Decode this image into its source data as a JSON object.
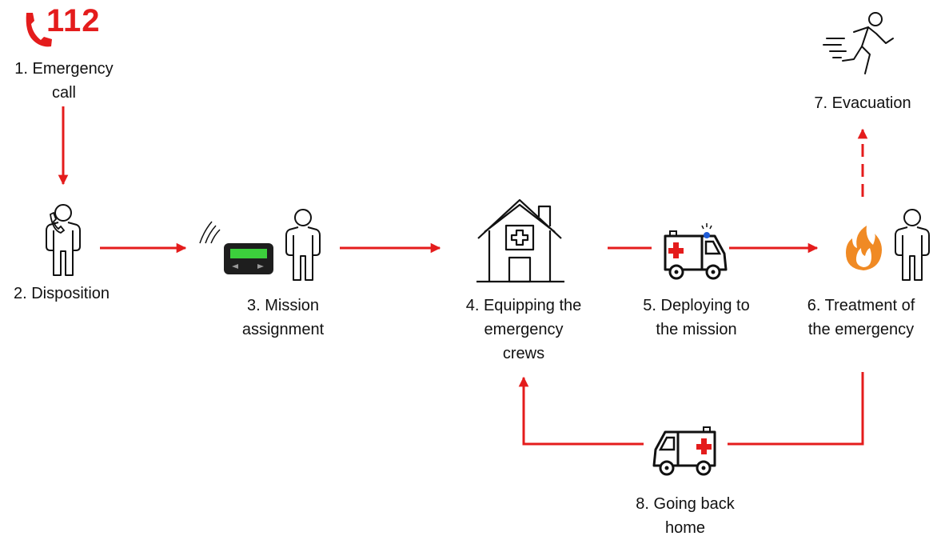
{
  "header": {
    "emergency_number": "112"
  },
  "steps": [
    {
      "label": "1. Emergency\ncall"
    },
    {
      "label": "2. Disposition"
    },
    {
      "label": "3.  Mission\nassignment"
    },
    {
      "label": "4. Equipping the\nemergency\ncrews"
    },
    {
      "label": "5. Deploying to\nthe mission"
    },
    {
      "label": "6. Treatment of\nthe emergency"
    },
    {
      "label": "7. Evacuation"
    },
    {
      "label": "8. Going back\nhome"
    }
  ],
  "icons": {
    "phone": "phone-icon",
    "person": "person-icon",
    "pager": "pager-icon",
    "station": "medical-station-icon",
    "ambulance": "ambulance-icon",
    "fire": "fire-icon",
    "runner": "running-person-icon"
  },
  "colors": {
    "arrow": "#e41c1c",
    "fire": "#f08a24",
    "pager_screen": "#3ccf3c",
    "siren": "#1e5bd6",
    "icon": "#111111"
  }
}
